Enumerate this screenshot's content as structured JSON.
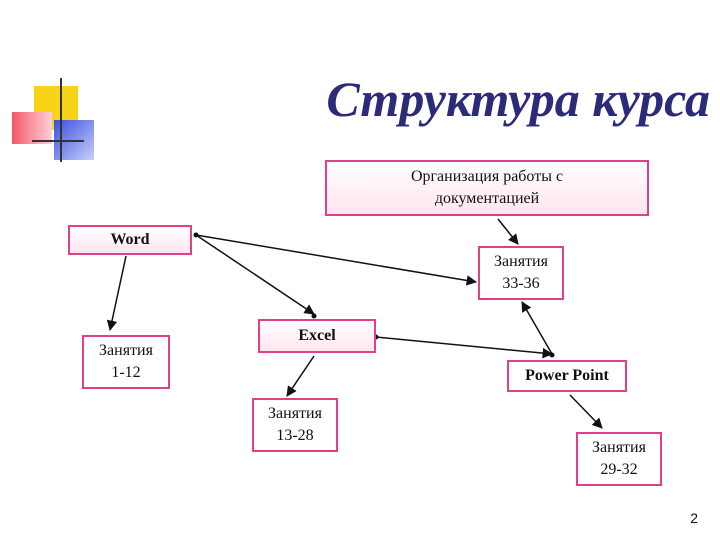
{
  "slide": {
    "title": "Структура курса",
    "page_number": "2"
  },
  "nodes": {
    "org": "Организация работы с документацией",
    "word": "Word",
    "lessons_33_36": "Занятия 33-36",
    "lessons_1_12": "Занятия 1-12",
    "excel": "Excel",
    "power_point": "Power Point",
    "lessons_13_28": "Занятия 13-28",
    "lessons_29_32": "Занятия 29-32"
  },
  "colors": {
    "title": "#2b2b7a",
    "box_border": "#e0408a",
    "arrow": "#111111"
  }
}
